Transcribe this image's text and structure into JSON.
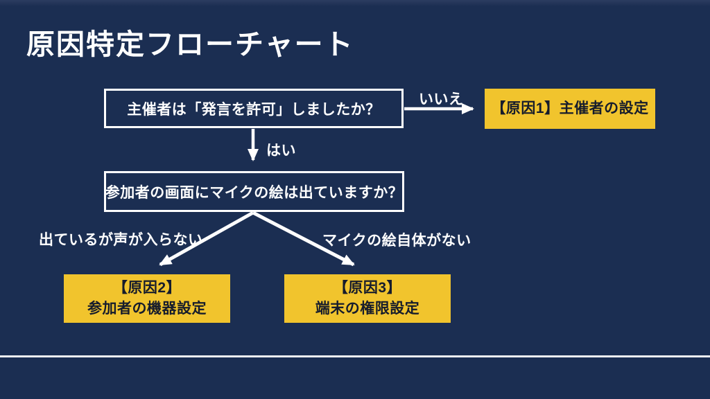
{
  "title": "原因特定フローチャート",
  "flowchart": {
    "question1": {
      "text": "主催者は「発言を許可」しましたか？"
    },
    "question2": {
      "text": "参加者の画面にマイクの絵は出ていますか？"
    },
    "edges": {
      "no": {
        "label": "いいえ"
      },
      "yes": {
        "label": "はい"
      },
      "left_branch": {
        "label": "出ているが声が入らない"
      },
      "right_branch": {
        "label": "マイクの絵自体がない"
      }
    },
    "cause1": {
      "text": "【原因1】主催者の設定"
    },
    "cause2": {
      "line1": "【原因2】",
      "line2": "参加者の機器設定"
    },
    "cause3": {
      "line1": "【原因3】",
      "line2": "端末の権限設定"
    }
  },
  "colors": {
    "background": "#1b2e52",
    "box_yellow": "#f1c42d",
    "text_white": "#ffffff",
    "text_dark": "#161c2c",
    "line_white": "#ffffff"
  }
}
